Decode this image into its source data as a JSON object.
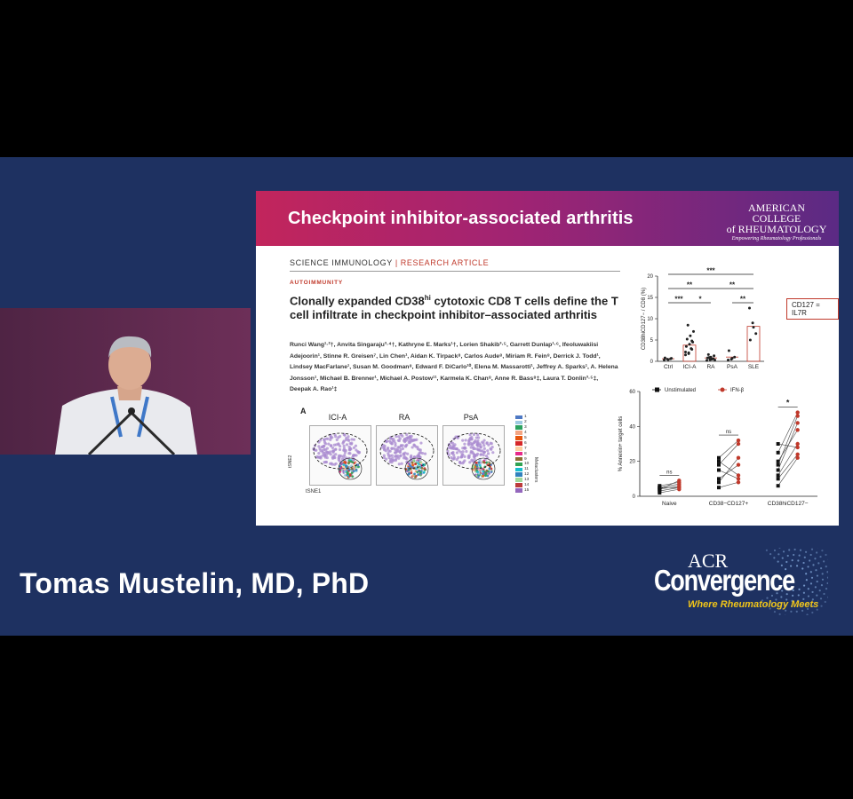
{
  "speaker": {
    "name": "Tomas Mustelin, MD, PhD"
  },
  "conference": {
    "acr": "ACR",
    "name": "Convergence",
    "tagline": "Where Rheumatology Meets"
  },
  "slide": {
    "title": "Checkpoint inhibitor-associated arthritis",
    "logo": {
      "line1": "AMERICAN COLLEGE",
      "line2": "of RHEUMATOLOGY",
      "line3": "Empowering Rheumatology Professionals"
    },
    "journal": "SCIENCE IMMUNOLOGY",
    "journal_section": "RESEARCH ARTICLE",
    "category": "AUTOIMMUNITY",
    "paper_title_a": "Clonally expanded CD38",
    "paper_title_sup": "hi",
    "paper_title_b": " cytotoxic CD8 T cells define the T cell infiltrate in checkpoint inhibitor–associated arthritis",
    "authors": "Runci Wang¹·²†, Anvita Singaraju³·⁴†, Kathryne E. Marks¹†, Lorien Shakib³·⁵, Garrett Dunlap¹·⁶, Ifeoluwakiisi Adejoorin¹, Stinne R. Greisen⁷, Lin Chen¹, Aidan K. Tirpack⁸, Carlos Aude⁸, Miriam R. Fein⁸, Derrick J. Todd¹, Lindsey MacFarlane¹, Susan M. Goodman⁸, Edward F. DiCarlo¹⁰, Elena M. Massarotti¹, Jeffrey A. Sparks¹, A. Helena Jonsson¹, Michael B. Brenner¹, Michael A. Postow¹¹, Karmela K. Chan⁸, Anne R. Bass⁸‡, Laura T. Donlin³·⁵‡, Deepak A. Rao¹‡",
    "panel_a": {
      "label": "A",
      "titles": [
        "ICI-A",
        "RA",
        "PsA"
      ],
      "axis_y": "tSNE2",
      "axis_x": "tSNE1",
      "legend_title": "Metaclusters",
      "clusters": [
        "1",
        "2",
        "3",
        "4",
        "5",
        "6",
        "7",
        "8",
        "9",
        "10",
        "11",
        "12",
        "13",
        "14",
        "15"
      ],
      "cluster_colors": [
        "#4e79c4",
        "#9ecae1",
        "#2ca25f",
        "#f4a582",
        "#e6550d",
        "#d62728",
        "#fdd0a2",
        "#e7298a",
        "#8c6d31",
        "#31a354",
        "#17becf",
        "#3182bd",
        "#a1d99b",
        "#bd3c3c",
        "#9467bd"
      ]
    },
    "cd127_note": "CD127 = IL7R"
  },
  "chart_data": [
    {
      "type": "scatter",
      "ylabel": "CD38hiCD127− / CD8 (%)",
      "ylim": [
        0,
        20
      ],
      "yticks": [
        0,
        5,
        10,
        15,
        20
      ],
      "categories": [
        "Ctrl",
        "ICI-A",
        "RA",
        "PsA",
        "SLE"
      ],
      "means": [
        0.6,
        3.8,
        0.8,
        1.0,
        8.2
      ],
      "points": [
        [
          0.3,
          0.5,
          0.6,
          0.8,
          0.4,
          0.7
        ],
        [
          1.5,
          2.0,
          2.8,
          3.5,
          4.0,
          4.5,
          5.2,
          6.0,
          7.0,
          8.5,
          3.0,
          2.2,
          1.8,
          4.8
        ],
        [
          0.2,
          0.4,
          0.6,
          0.8,
          1.0,
          1.3,
          1.6,
          0.5,
          0.3,
          0.9
        ],
        [
          0.3,
          0.5,
          1.0,
          2.5,
          0.7
        ],
        [
          12.5,
          9.0,
          6.5,
          5.0,
          8.0
        ]
      ],
      "significance": [
        {
          "from": "Ctrl",
          "to": "ICI-A",
          "label": "***"
        },
        {
          "from": "ICI-A",
          "to": "RA",
          "label": "*"
        },
        {
          "from": "PsA",
          "to": "SLE",
          "label": "**"
        },
        {
          "from": "Ctrl",
          "to": "RA",
          "label": "**"
        },
        {
          "from": "RA",
          "to": "SLE",
          "label": "**"
        },
        {
          "from": "Ctrl",
          "to": "SLE",
          "label": "***"
        }
      ]
    },
    {
      "type": "line",
      "ylabel": "% Annexin+ target cells",
      "ylim": [
        0,
        60
      ],
      "yticks": [
        0,
        20,
        40,
        60
      ],
      "categories": [
        "Naive",
        "CD38−CD127+",
        "CD38hiCD127−"
      ],
      "legend": [
        {
          "name": "Unstimulated",
          "color": "#111111"
        },
        {
          "name": "IFN-β",
          "color": "#c0392b"
        }
      ],
      "significance": [
        "ns",
        "ns",
        "*"
      ],
      "pairs": [
        [
          [
            3,
            5
          ],
          [
            4,
            6
          ],
          [
            5,
            7
          ],
          [
            6,
            8
          ],
          [
            4,
            9
          ],
          [
            2,
            4
          ],
          [
            5,
            5
          ]
        ],
        [
          [
            18,
            30
          ],
          [
            20,
            12
          ],
          [
            10,
            18
          ],
          [
            8,
            22
          ],
          [
            5,
            8
          ],
          [
            15,
            10
          ],
          [
            22,
            32
          ]
        ],
        [
          [
            12,
            30
          ],
          [
            15,
            42
          ],
          [
            20,
            38
          ],
          [
            10,
            24
          ],
          [
            6,
            22
          ],
          [
            25,
            48
          ],
          [
            18,
            46
          ],
          [
            30,
            28
          ]
        ]
      ]
    }
  ]
}
